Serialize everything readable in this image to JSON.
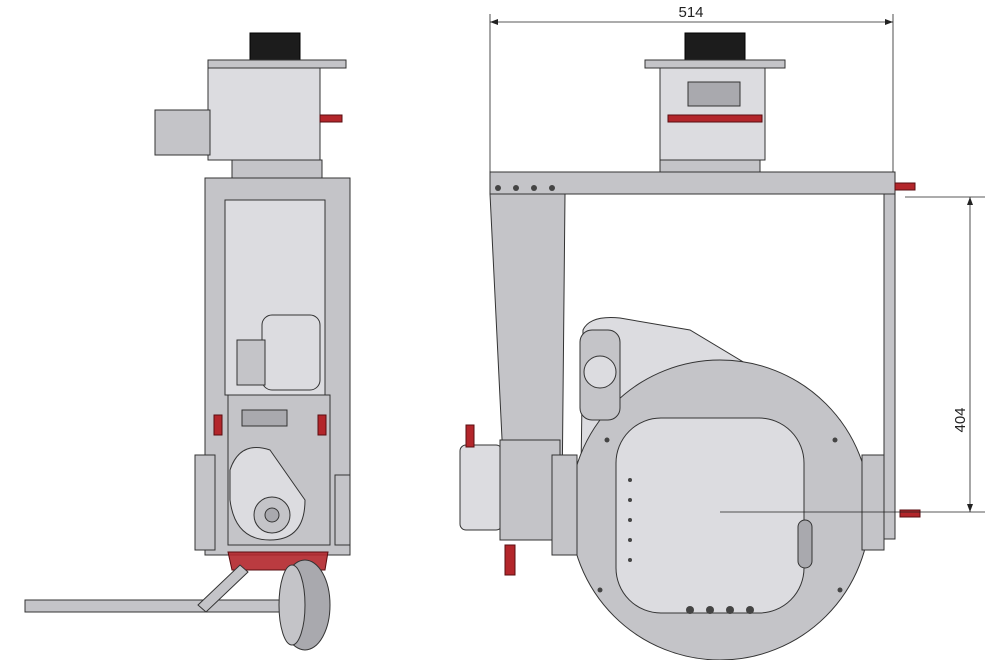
{
  "drawing": {
    "views": [
      "side-view",
      "front-view"
    ],
    "dimensions": {
      "width_label": "514",
      "height_label": "404"
    },
    "colors": {
      "body": "#c4c4c8",
      "handle": "#b3262b",
      "motor_cap": "#1c1c1c"
    }
  }
}
